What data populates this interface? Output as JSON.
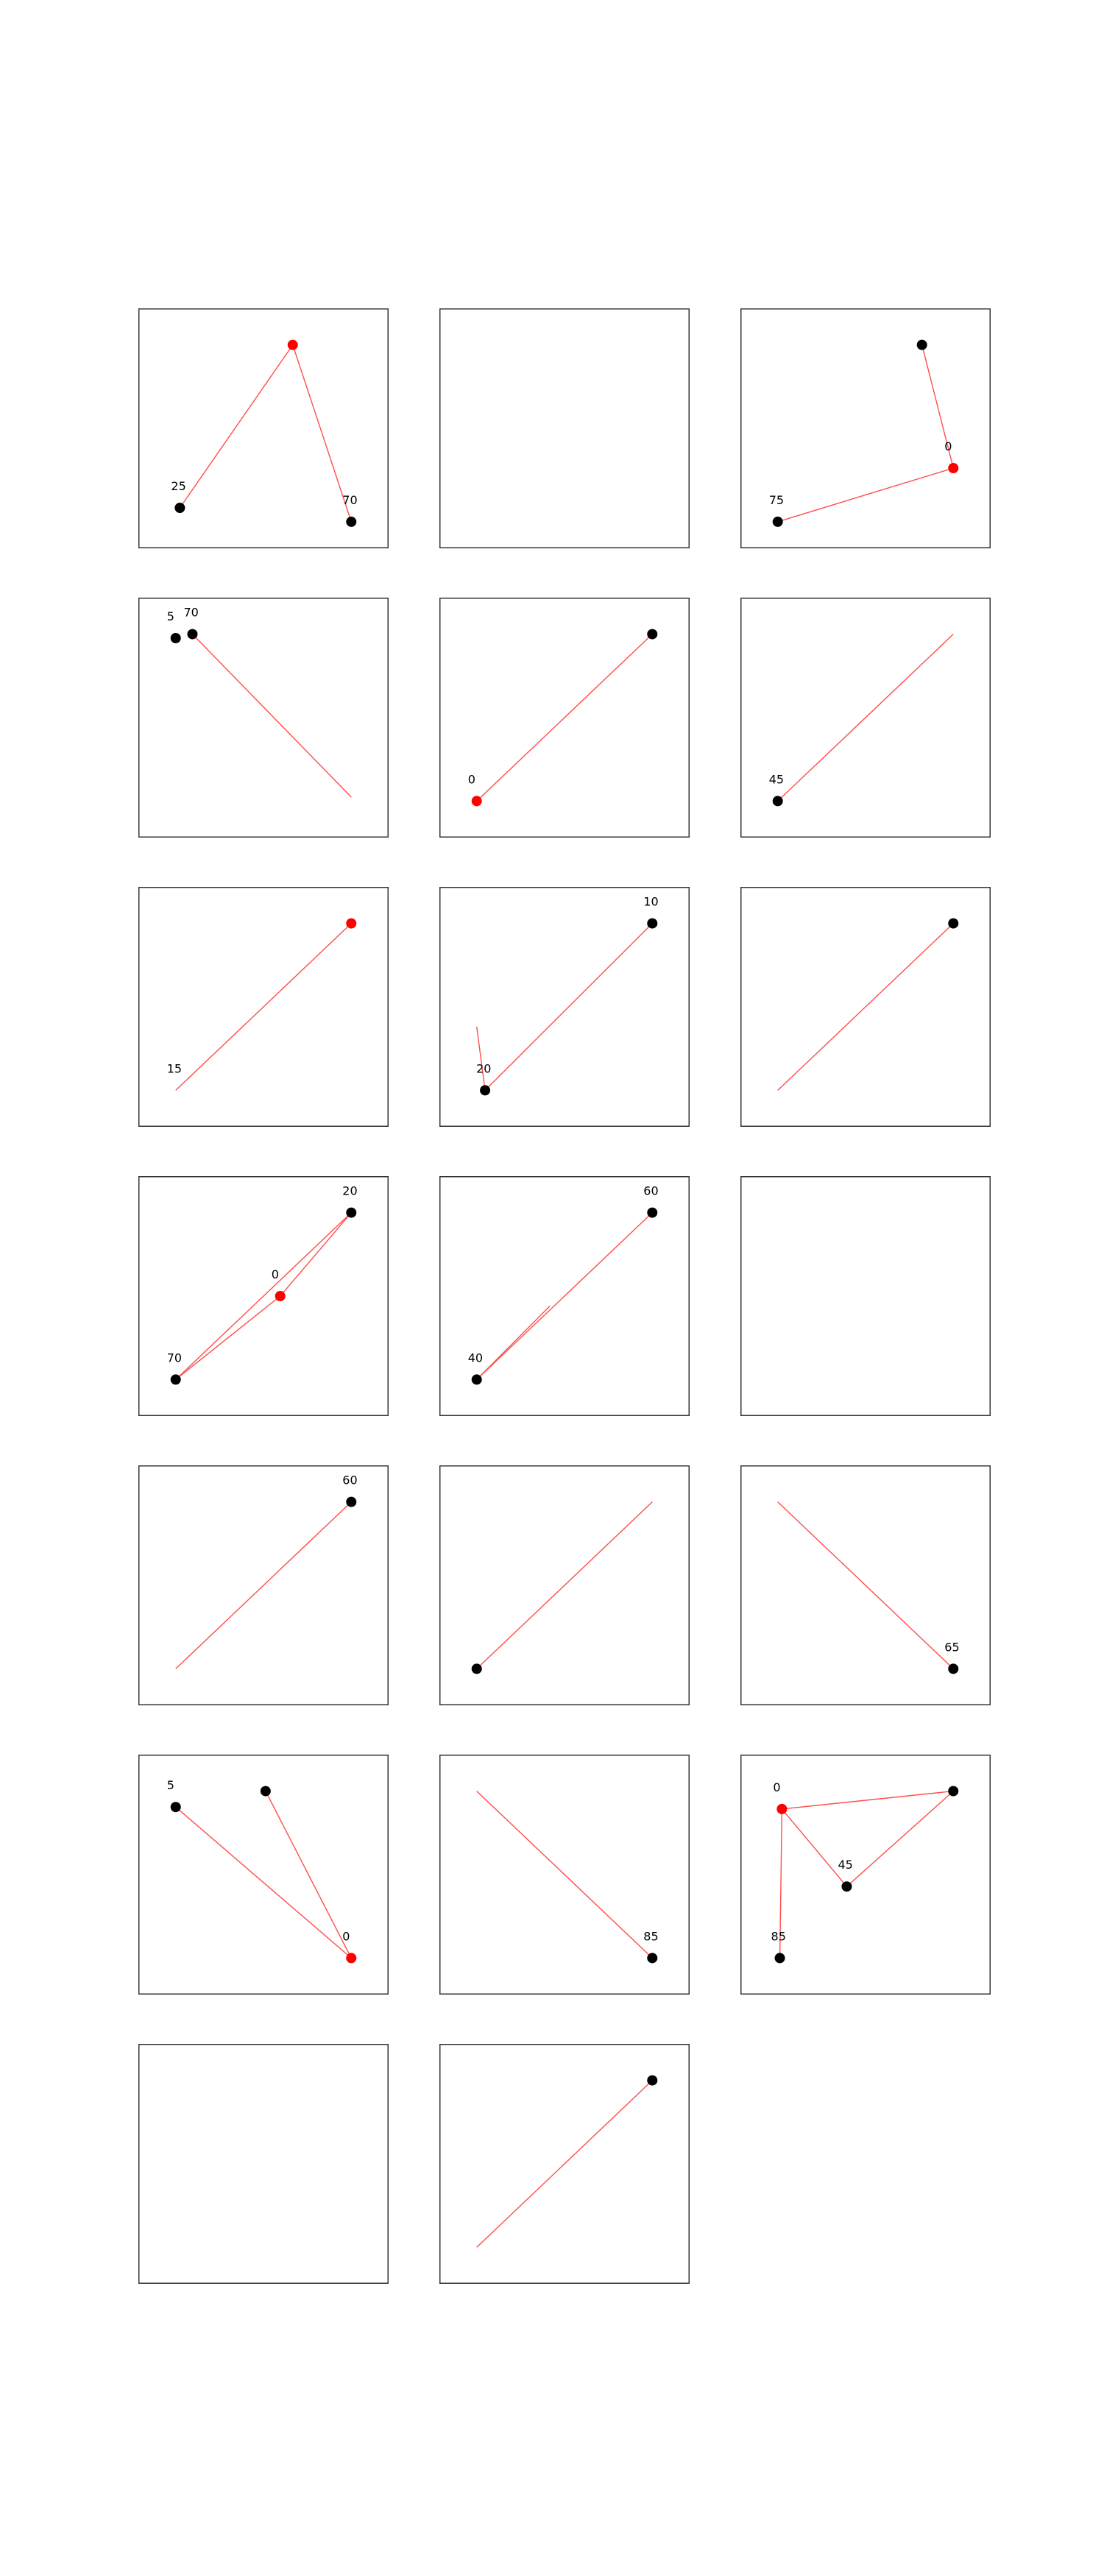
{
  "chart_data": [
    {
      "type": "scatter",
      "nodes": [
        {
          "x": 0.1,
          "y": 0.1,
          "label": "25",
          "color": "black"
        },
        {
          "x": 0.64,
          "y": 0.92,
          "label": "",
          "color": "red"
        },
        {
          "x": 0.92,
          "y": 0.03,
          "label": "70",
          "color": "black"
        }
      ],
      "edges": [
        [
          0,
          1
        ],
        [
          1,
          2
        ]
      ]
    },
    {
      "type": "scatter",
      "nodes": [],
      "edges": []
    },
    {
      "type": "scatter",
      "nodes": [
        {
          "x": 0.08,
          "y": 0.03,
          "label": "75",
          "color": "black"
        },
        {
          "x": 0.92,
          "y": 0.3,
          "label": "0",
          "color": "red"
        },
        {
          "x": 0.77,
          "y": 0.92,
          "label": "",
          "color": "black"
        }
      ],
      "edges": [
        [
          0,
          1
        ],
        [
          1,
          2
        ]
      ]
    },
    {
      "type": "scatter",
      "nodes": [
        {
          "x": 0.08,
          "y": 0.9,
          "label": "5",
          "color": "black"
        },
        {
          "x": 0.16,
          "y": 0.92,
          "label": "70",
          "color": "black"
        }
      ],
      "edges": [
        [
          1,
          "end"
        ]
      ],
      "free_segments": [
        {
          "from": [
            0.16,
            0.92
          ],
          "to": [
            0.92,
            0.1
          ]
        }
      ]
    },
    {
      "type": "scatter",
      "nodes": [
        {
          "x": 0.08,
          "y": 0.08,
          "label": "0",
          "color": "red"
        },
        {
          "x": 0.92,
          "y": 0.92,
          "label": "",
          "color": "black"
        }
      ],
      "edges": [
        [
          0,
          1
        ]
      ]
    },
    {
      "type": "scatter",
      "nodes": [
        {
          "x": 0.08,
          "y": 0.08,
          "label": "45",
          "color": "black"
        }
      ],
      "edges": [],
      "free_segments": [
        {
          "from": [
            0.08,
            0.08
          ],
          "to": [
            0.92,
            0.92
          ]
        }
      ]
    },
    {
      "type": "scatter",
      "nodes": [
        {
          "x": 0.08,
          "y": 0.08,
          "label": "15",
          "color": "black",
          "hidden": true
        },
        {
          "x": 0.92,
          "y": 0.92,
          "label": "",
          "color": "red"
        }
      ],
      "edges": [
        [
          0,
          1
        ]
      ]
    },
    {
      "type": "scatter",
      "nodes": [
        {
          "x": 0.12,
          "y": 0.08,
          "label": "20",
          "color": "black"
        },
        {
          "x": 0.92,
          "y": 0.92,
          "label": "10",
          "color": "black"
        }
      ],
      "edges": [
        [
          0,
          1
        ]
      ],
      "free_segments": [
        {
          "from": [
            0.12,
            0.08
          ],
          "to": [
            0.08,
            0.4
          ]
        }
      ]
    },
    {
      "type": "scatter",
      "nodes": [
        {
          "x": 0.92,
          "y": 0.92,
          "label": "",
          "color": "black"
        }
      ],
      "edges": [],
      "free_segments": [
        {
          "from": [
            0.08,
            0.08
          ],
          "to": [
            0.92,
            0.92
          ]
        }
      ]
    },
    {
      "type": "scatter",
      "nodes": [
        {
          "x": 0.08,
          "y": 0.08,
          "label": "70",
          "color": "black"
        },
        {
          "x": 0.58,
          "y": 0.5,
          "label": "0",
          "color": "red"
        },
        {
          "x": 0.92,
          "y": 0.92,
          "label": "20",
          "color": "black"
        }
      ],
      "edges": [
        [
          0,
          1
        ],
        [
          1,
          2
        ],
        [
          0,
          2
        ]
      ]
    },
    {
      "type": "scatter",
      "nodes": [
        {
          "x": 0.08,
          "y": 0.08,
          "label": "40",
          "color": "black"
        },
        {
          "x": 0.92,
          "y": 0.92,
          "label": "60",
          "color": "black"
        }
      ],
      "edges": [
        [
          0,
          1
        ]
      ],
      "free_segments": [
        {
          "from": [
            0.08,
            0.08
          ],
          "to": [
            0.43,
            0.45
          ]
        }
      ]
    },
    {
      "type": "scatter",
      "nodes": [],
      "edges": []
    },
    {
      "type": "scatter",
      "nodes": [
        {
          "x": 0.92,
          "y": 0.92,
          "label": "60",
          "color": "black"
        }
      ],
      "edges": [],
      "free_segments": [
        {
          "from": [
            0.08,
            0.08
          ],
          "to": [
            0.92,
            0.92
          ]
        }
      ]
    },
    {
      "type": "scatter",
      "nodes": [
        {
          "x": 0.08,
          "y": 0.08,
          "label": "",
          "color": "black"
        }
      ],
      "edges": [],
      "free_segments": [
        {
          "from": [
            0.08,
            0.08
          ],
          "to": [
            0.92,
            0.92
          ]
        }
      ]
    },
    {
      "type": "scatter",
      "nodes": [
        {
          "x": 0.92,
          "y": 0.08,
          "label": "65",
          "color": "black"
        }
      ],
      "edges": [],
      "free_segments": [
        {
          "from": [
            0.08,
            0.92
          ],
          "to": [
            0.92,
            0.08
          ]
        }
      ]
    },
    {
      "type": "scatter",
      "nodes": [
        {
          "x": 0.08,
          "y": 0.84,
          "label": "5",
          "color": "black"
        },
        {
          "x": 0.51,
          "y": 0.92,
          "label": "",
          "color": "black"
        },
        {
          "x": 0.92,
          "y": 0.08,
          "label": "0",
          "color": "red"
        }
      ],
      "edges": [
        [
          0,
          2
        ],
        [
          1,
          2
        ]
      ]
    },
    {
      "type": "scatter",
      "nodes": [
        {
          "x": 0.92,
          "y": 0.08,
          "label": "85",
          "color": "black"
        }
      ],
      "edges": [],
      "free_segments": [
        {
          "from": [
            0.08,
            0.92
          ],
          "to": [
            0.92,
            0.08
          ]
        }
      ]
    },
    {
      "type": "scatter",
      "nodes": [
        {
          "x": 0.1,
          "y": 0.83,
          "label": "0",
          "color": "red"
        },
        {
          "x": 0.92,
          "y": 0.92,
          "label": "",
          "color": "black"
        },
        {
          "x": 0.41,
          "y": 0.44,
          "label": "45",
          "color": "black"
        },
        {
          "x": 0.09,
          "y": 0.08,
          "label": "85",
          "color": "black"
        }
      ],
      "edges": [
        [
          0,
          1
        ],
        [
          0,
          2
        ],
        [
          2,
          1
        ],
        [
          0,
          3
        ]
      ]
    },
    {
      "type": "scatter",
      "nodes": [],
      "edges": []
    },
    {
      "type": "scatter",
      "nodes": [
        {
          "x": 0.92,
          "y": 0.92,
          "label": "",
          "color": "black"
        }
      ],
      "edges": [],
      "free_segments": [
        {
          "from": [
            0.08,
            0.08
          ],
          "to": [
            0.92,
            0.92
          ]
        }
      ]
    }
  ],
  "colors": {
    "node_black": "#000000",
    "node_red": "#ff0000",
    "edge": "#ff4d4d",
    "frame": "#333333"
  }
}
